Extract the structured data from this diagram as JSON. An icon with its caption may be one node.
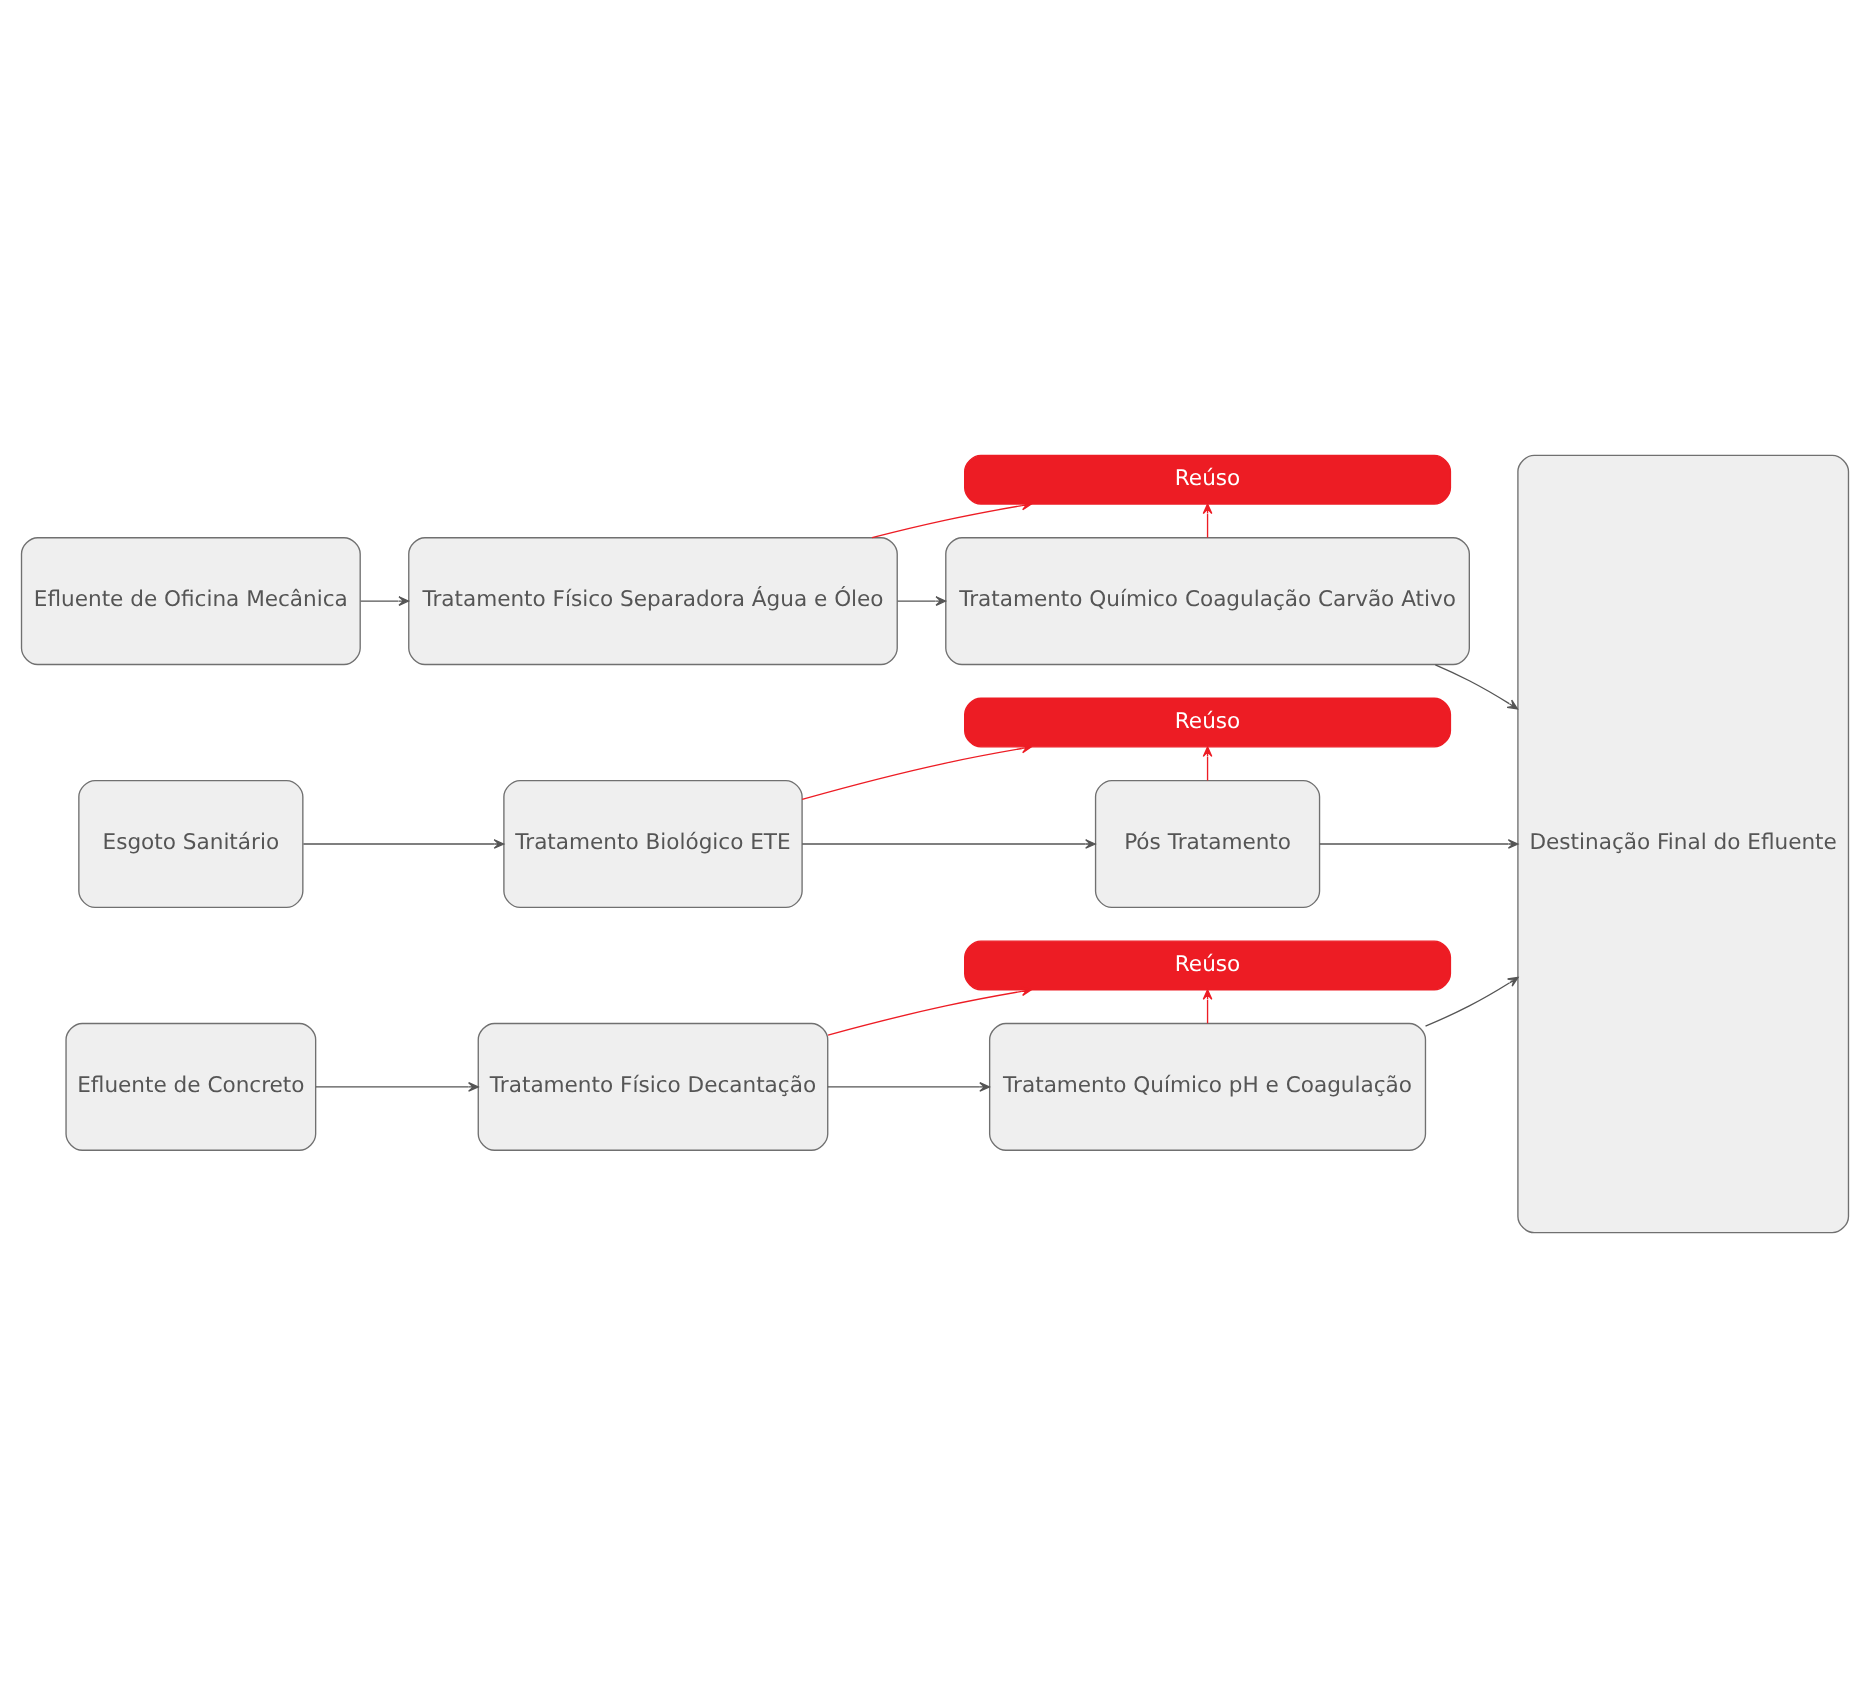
{
  "diagram": {
    "nodes": [
      {
        "text": [
          "Reúso"
        ]
      },
      {
        "text": [
          "Efluente de Concreto"
        ]
      },
      {
        "text": [
          "Tratamento Físico Decantação"
        ]
      },
      {
        "text": [
          "Tratamento Químico pH e Coagulação"
        ]
      },
      {
        "text": [
          "Destinação Final do Efluente"
        ]
      },
      {
        "text": [
          "Reúso"
        ]
      },
      {
        "text": [
          "Efluente de Oficina Mecânica"
        ]
      },
      {
        "text": [
          "Tratamento Físico Separadora Água e Óleo"
        ]
      },
      {
        "text": [
          "Tratamento Químico Coagulação Carvão Ativo"
        ]
      },
      {
        "text": [
          "Reúso"
        ]
      },
      {
        "text": [
          "Esgoto Sanitário"
        ]
      },
      {
        "text": [
          "Tratamento Biológico ETE"
        ]
      },
      {
        "text": [
          "Pós Tratamento"
        ]
      }
    ],
    "edges": [
      {
        "from": 2,
        "to": 0,
        "arrow": "to",
        "color": "#ed1c24"
      },
      {
        "from": 3,
        "to": 0,
        "arrow": "to",
        "color": "#ed1c24"
      },
      {
        "from": 1,
        "to": 2,
        "arrow": "to"
      },
      {
        "from": 2,
        "to": 3,
        "arrow": "to"
      },
      {
        "from": 3,
        "to": 4,
        "arrow": "to"
      },
      {
        "from": 7,
        "to": 5,
        "arrow": "to",
        "color": "#ed1c24"
      },
      {
        "from": 8,
        "to": 5,
        "arrow": "to",
        "color": "#ed1c24"
      },
      {
        "from": 6,
        "to": 7,
        "arrow": "to"
      },
      {
        "from": 7,
        "to": 8,
        "arrow": "to"
      },
      {
        "from": 8,
        "to": 4,
        "arrow": "to"
      },
      {
        "from": 11,
        "to": 9,
        "arrow": "to",
        "color": "#ed1c24"
      },
      {
        "from": 12,
        "to": 9,
        "arrow": "to",
        "color": "#ed1c24"
      },
      {
        "from": 10,
        "to": 11,
        "arrow": "to"
      },
      {
        "from": 11,
        "to": 12,
        "arrow": "to"
      },
      {
        "from": 12,
        "to": 4,
        "arrow": "to"
      }
    ]
  }
}
